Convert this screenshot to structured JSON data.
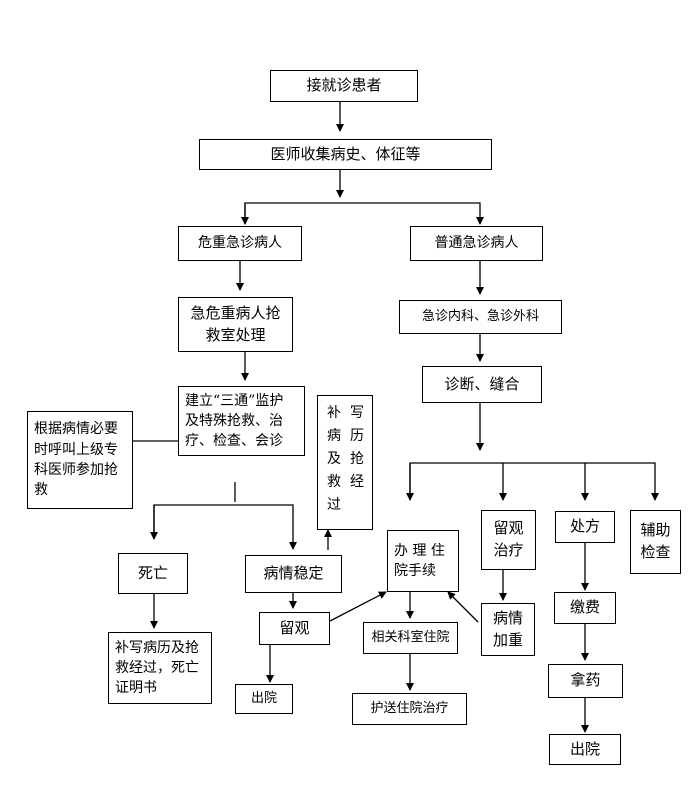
{
  "nodes": {
    "receive": "接就诊患者",
    "history": "医师收集病史、体征等",
    "critical": "危重急诊病人",
    "regular": "普通急诊病人",
    "rescue_room": [
      "急危重病人抢",
      "救室处理"
    ],
    "clinics": "急诊内科、急诊外科",
    "diagnose": "诊断、缝合",
    "setup": [
      "建立“三通”监护",
      "及特殊抢救、治",
      "疗、检查、会诊"
    ],
    "consult": [
      "根据病情必要",
      "时呼叫上级专",
      "科医师参加抢",
      "救"
    ],
    "supplement_col1": [
      "补",
      "病",
      "及",
      "救",
      "过"
    ],
    "supplement_col2": [
      "写",
      "历",
      "抢",
      "经"
    ],
    "death": "死亡",
    "stable": "病情稳定",
    "admission": [
      "办 理 住",
      "院手续"
    ],
    "observe_treat": [
      "留观",
      "治疗"
    ],
    "prescription": "处方",
    "aux_exam": [
      "辅助",
      "检查"
    ],
    "death_doc": [
      "补写病历及抢",
      "救经过，死亡",
      "证明书"
    ],
    "observe": "留观",
    "ward": "相关科室住院",
    "worsen": [
      "病情",
      "加重"
    ],
    "pay": "缴费",
    "discharge_left": "出院",
    "escort": "护送住院治疗",
    "medicine": "拿药",
    "discharge_right": "出院"
  }
}
